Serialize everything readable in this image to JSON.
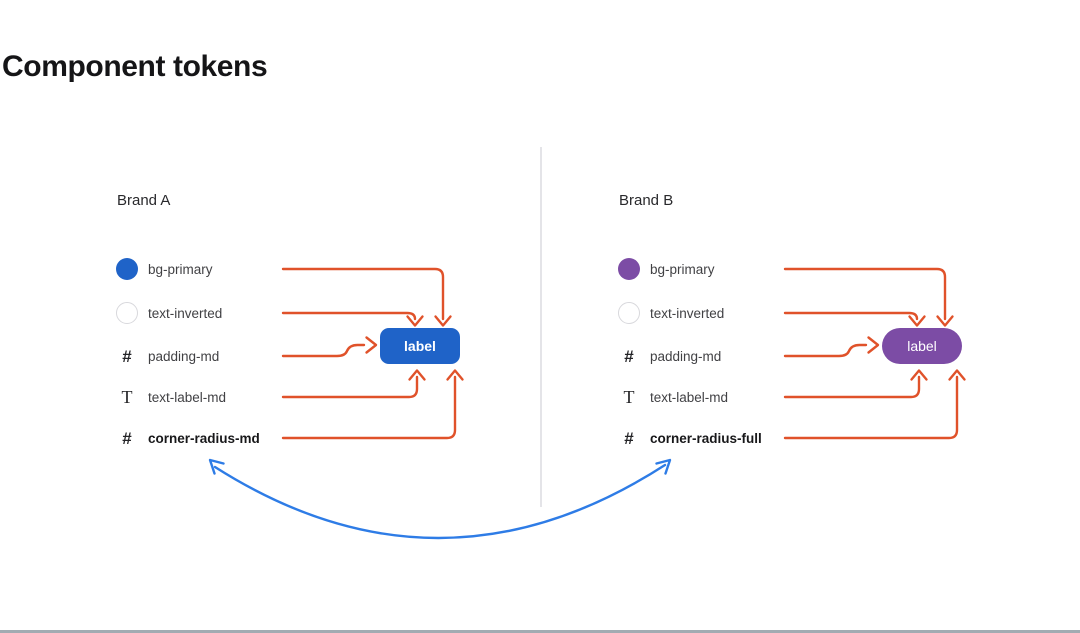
{
  "page": {
    "title": "Component tokens"
  },
  "icons": {
    "hash": "#",
    "type": "T"
  },
  "colors": {
    "arrow_orange": "#e0522a",
    "arrow_blue": "#2e7ce6",
    "brand_a_primary": "#1f63c8",
    "brand_b_primary": "#7c4ca5",
    "text_inverted_swatch": "#ffffff",
    "divider": "#e4e4e8",
    "bottom_bar": "#a2abb2"
  },
  "brand_a": {
    "title": "Brand A",
    "chip_label": "label",
    "tokens": [
      {
        "name": "bg-primary",
        "icon": "color-swatch-filled"
      },
      {
        "name": "text-inverted",
        "icon": "color-swatch-outline"
      },
      {
        "name": "padding-md",
        "icon": "hash"
      },
      {
        "name": "text-label-md",
        "icon": "type"
      },
      {
        "name": "corner-radius-md",
        "icon": "hash",
        "emphasis": "bold"
      }
    ]
  },
  "brand_b": {
    "title": "Brand B",
    "chip_label": "label",
    "tokens": [
      {
        "name": "bg-primary",
        "icon": "color-swatch-filled"
      },
      {
        "name": "text-inverted",
        "icon": "color-swatch-outline"
      },
      {
        "name": "padding-md",
        "icon": "hash"
      },
      {
        "name": "text-label-md",
        "icon": "type"
      },
      {
        "name": "corner-radius-full",
        "icon": "hash",
        "emphasis": "bold"
      }
    ]
  }
}
